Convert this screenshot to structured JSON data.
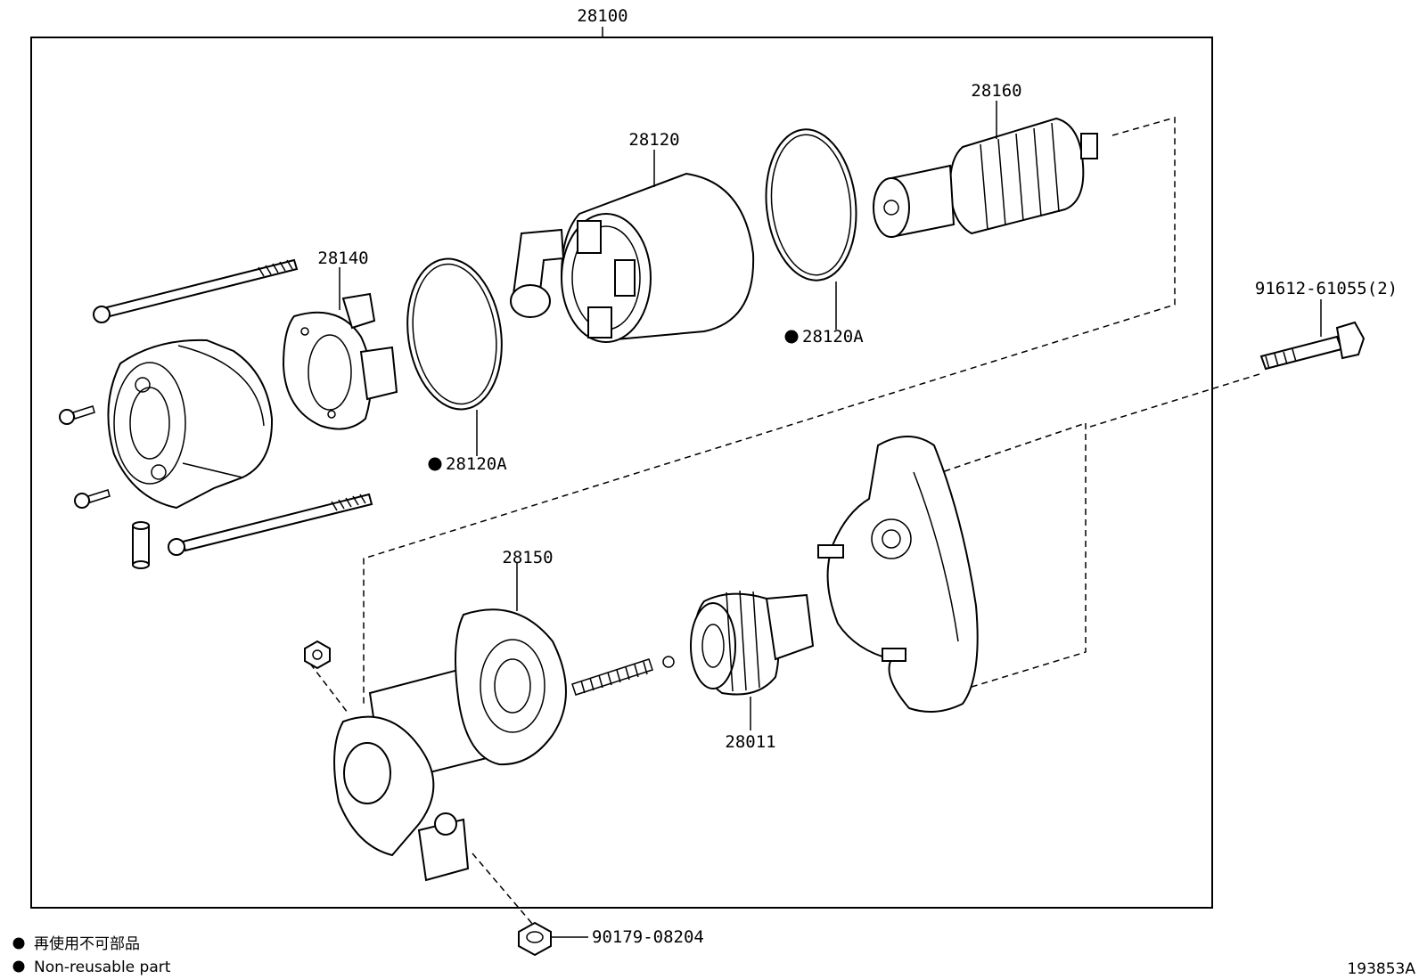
{
  "diagram": {
    "assembly_number": "28100",
    "figure_id": "193853A",
    "parts": {
      "p28160": "28160",
      "p28120": "28120",
      "p28140": "28140",
      "p28120A_a": "28120A",
      "p28120A_b": "28120A",
      "p91612": "91612-61055(2)",
      "p28150": "28150",
      "p28011": "28011",
      "p90179": "90179-08204"
    },
    "legend": {
      "japanese": "再使用不可部品",
      "english": "Non-reusable part"
    }
  }
}
